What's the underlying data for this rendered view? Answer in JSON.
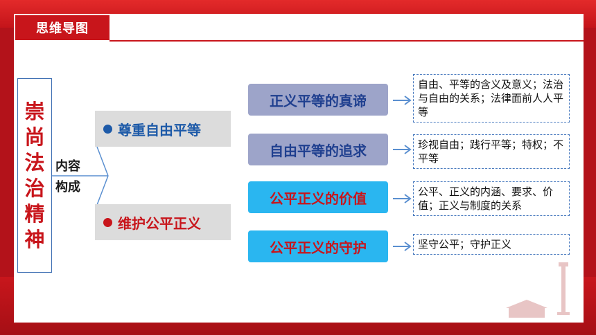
{
  "header": {
    "title": "思维导图"
  },
  "root": {
    "chars": [
      "崇",
      "尚",
      "法",
      "治",
      "精",
      "神"
    ]
  },
  "connector_label": {
    "line1": "内容",
    "line2": "构成"
  },
  "categories": [
    {
      "label": "尊重自由平等",
      "color": "#1d5aa8"
    },
    {
      "label": "维护公平正义",
      "color": "#c8151b"
    }
  ],
  "subtopics": [
    {
      "label": "正义平等的真谛",
      "desc": "自由、平等的含义及意义；法治与自由的关系；法律面前人人平等"
    },
    {
      "label": "自由平等的追求",
      "desc": "珍视自由；践行平等；特权；不平等"
    },
    {
      "label": "公平正义的价值",
      "desc": "公平、正义的内涵、要求、价值；正义与制度的关系"
    },
    {
      "label": "公平正义的守护",
      "desc": "坚守公平；守护正义"
    }
  ],
  "colors": {
    "brand_red": "#c8151b",
    "blue": "#1d5aa8",
    "purple_box": "#9da4c9",
    "cyan_box": "#2ab6f0"
  }
}
